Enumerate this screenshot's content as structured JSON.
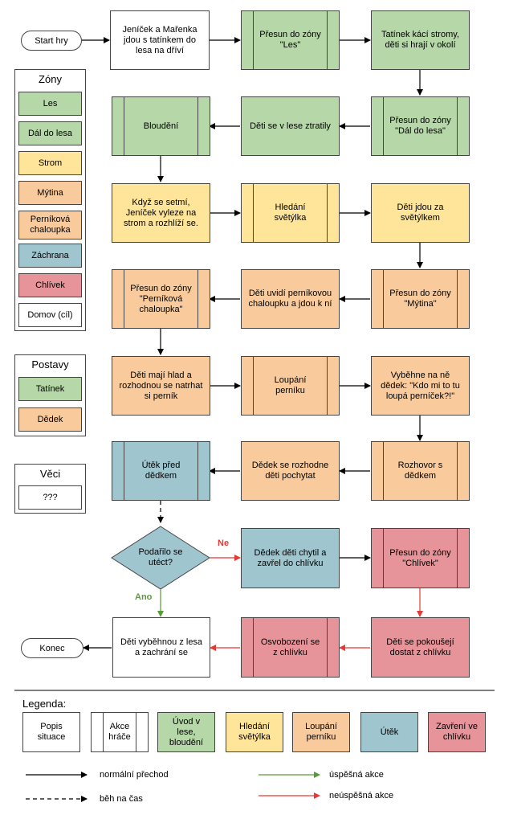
{
  "start_label": "Start hry",
  "end_label": "Konec",
  "zones": {
    "title": "Zóny",
    "items": [
      "Les",
      "Dál do lesa",
      "Strom",
      "Mýtina",
      "Perníková chaloupka",
      "Záchrana",
      "Chlívek",
      "Domov (cíl)"
    ]
  },
  "characters": {
    "title": "Postavy",
    "items": [
      "Tatínek",
      "Dědek"
    ]
  },
  "things": {
    "title": "Věci",
    "items": [
      "???"
    ]
  },
  "nodes": {
    "n1": "Jeníček a Mařenka jdou s tatínkem do lesa na dříví",
    "n2": "Přesun do zóny \"Les\"",
    "n3": "Tatínek kácí stromy, děti si hrají v okolí",
    "n4": "Přesun do zóny \"Dál do lesa\"",
    "n5": "Děti se v lese ztratily",
    "n6": "Bloudění",
    "n7": "Když se setmí, Jeníček vyleze na strom a rozhlíží se.",
    "n8": "Hledání světýlka",
    "n9": "Děti jdou za světýlkem",
    "n10": "Přesun do zóny \"Mýtina\"",
    "n11": "Děti uvidí perníkovou chaloupku a jdou k ní",
    "n12": "Přesun do zóny \"Perníková chaloupka\"",
    "n13": "Děti mají hlad a rozhodnou se natrhat si perník",
    "n14": "Loupání perníku",
    "n15": "Vyběhne na ně dědek: \"Kdo mi to tu loupá perníček?!\"",
    "n16": "Rozhovor s dědkem",
    "n17": "Dědek se rozhodne děti pochytat",
    "n18": "Útěk před dědkem",
    "n19": "Podařilo se utéct?",
    "n20": "Dědek děti chytil a zavřel do chlívku",
    "n21": "Přesun do zóny \"Chlívek\"",
    "n22": "Děti se pokoušejí dostat z chlívku",
    "n23": "Osvobození se z chlívku",
    "n24": "Děti vyběhnou z lesa a zachrání se"
  },
  "edge_labels": {
    "no": "Ne",
    "yes": "Ano"
  },
  "legend": {
    "title": "Legenda:",
    "items": [
      "Popis situace",
      "Akce hráče",
      "Úvod v lese, bloudění",
      "Hledání světýlka",
      "Loupání perníku",
      "Útěk",
      "Zavření ve chlívku"
    ],
    "normal": "normální přechod",
    "timed": "běh na čas",
    "success": "úspěšná akce",
    "fail": "neúspěšná akce"
  },
  "colors": {
    "green": "#b6d7a8",
    "yellow": "#ffe599",
    "orange": "#f9cb9c",
    "blue": "#9fc5cf",
    "red": "#e6949a",
    "success_arrow": "#5a9a3a",
    "fail_arrow": "#e53935"
  }
}
